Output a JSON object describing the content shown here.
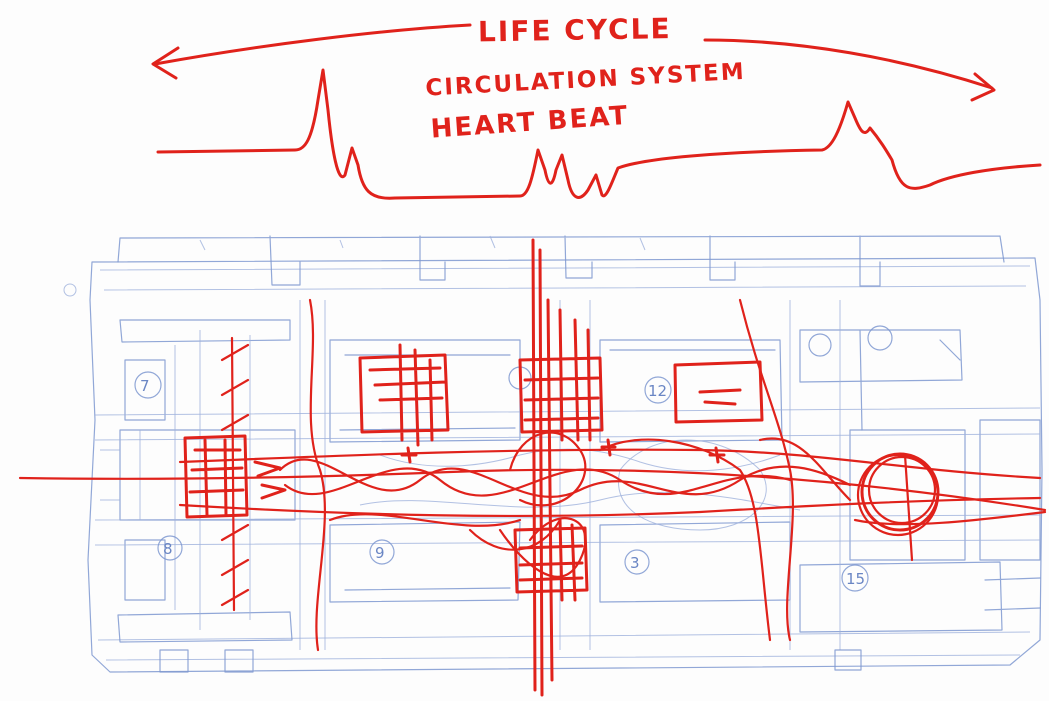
{
  "title": {
    "line1": "LIFE CYCLE",
    "line2": "CIRCULATION SYSTEM",
    "line3": "HEART BEAT"
  },
  "colors": {
    "ink_red": "#e0221b",
    "ink_blue": "#7e98d0",
    "paper": "#fdfdfd"
  },
  "icons": [
    "double-arrow-left",
    "double-arrow-right",
    "heartbeat-line"
  ]
}
